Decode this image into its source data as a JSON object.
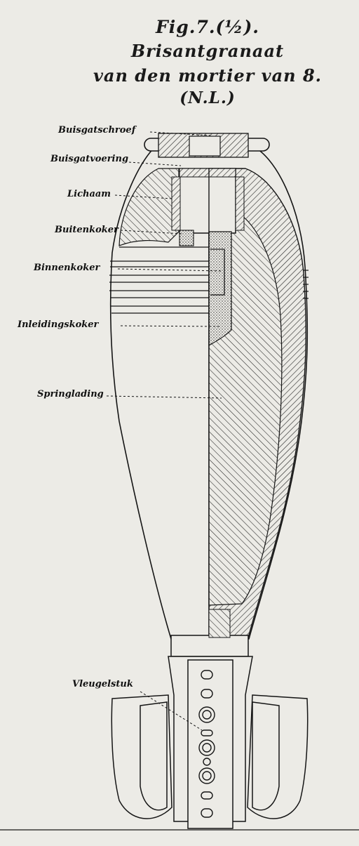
{
  "title": {
    "line1": "Fig.7.(½).",
    "line2": "Brisantgranaat",
    "line3": "van den mortier van 8.",
    "line4": "(N.L.)"
  },
  "labels": {
    "buisgatschroef": "Buisgatschroef",
    "buisgatvoering": "Buisgatvoering",
    "lichaam": "Lichaam",
    "buitenkoker": "Buitenkoker",
    "binnenkoker": "Binnenkoker",
    "inleidingskoker": "Inleidingskoker",
    "springlading": "Springlading",
    "vleugelstuk": "Vleugelstuk"
  },
  "colors": {
    "paper": "#ecebe6",
    "ink": "#151515"
  }
}
